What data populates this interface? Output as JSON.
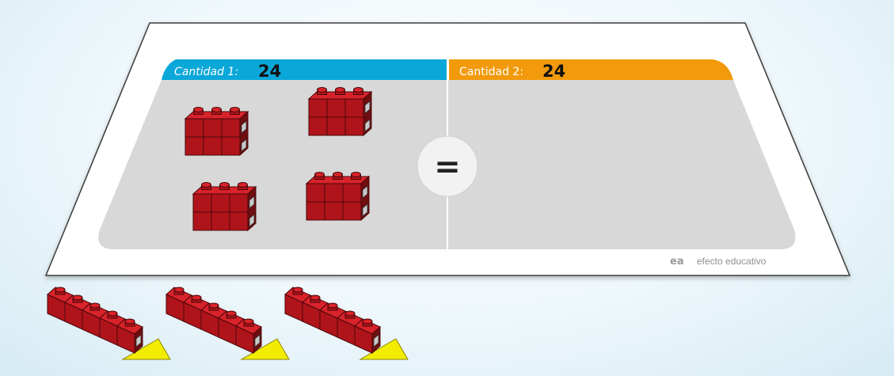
{
  "board": {
    "quantity1": {
      "label": "Cantidad 1:",
      "value": "24",
      "color": "#0aa7d9"
    },
    "quantity2": {
      "label": "Cantidad 2:",
      "value": "24",
      "color": "#f29a0c"
    },
    "comparison_symbol": "=",
    "brand": {
      "logo_text": "ea",
      "name": "efecto educativo"
    }
  },
  "colors": {
    "block_front": "#b0141b",
    "block_top": "#d8232b",
    "block_side": "#6e0e10",
    "stud_face": "#c9c9c9",
    "ramp": "#f2ec00"
  },
  "quantity1_groups": [
    {
      "name": "cube-group",
      "columns": 3,
      "rows": 2,
      "cubes": 6
    },
    {
      "name": "cube-group",
      "columns": 3,
      "rows": 2,
      "cubes": 6
    },
    {
      "name": "cube-group",
      "columns": 3,
      "rows": 2,
      "cubes": 6
    },
    {
      "name": "cube-group",
      "columns": 3,
      "rows": 2,
      "cubes": 6
    }
  ],
  "tray_rods": [
    {
      "name": "cube-rod",
      "cubes": 5
    },
    {
      "name": "cube-rod",
      "cubes": 5
    },
    {
      "name": "cube-rod",
      "cubes": 5
    }
  ]
}
